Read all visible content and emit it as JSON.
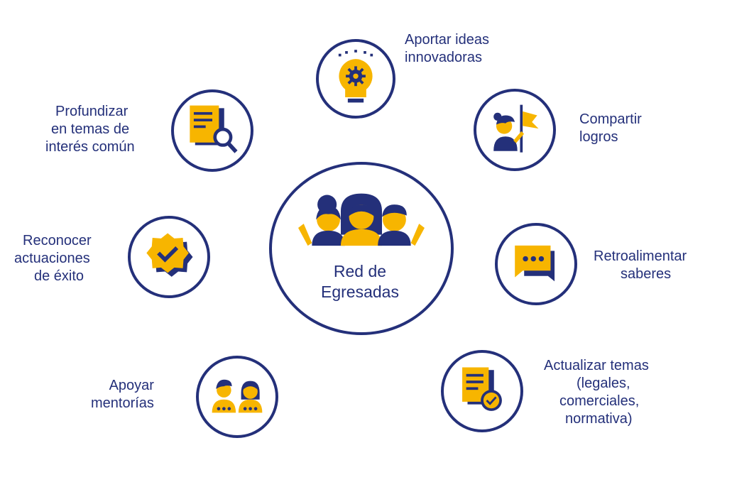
{
  "center": {
    "title_lines": [
      "Red de",
      "Egresadas"
    ]
  },
  "nodes": {
    "ideas": {
      "lines": [
        "Aportar ideas",
        "innovadoras"
      ]
    },
    "logros": {
      "lines": [
        "Compartir",
        "logros"
      ]
    },
    "retro": {
      "lines": [
        "Retroalimentar",
        "saberes"
      ]
    },
    "actualizar": {
      "lines": [
        "Actualizar temas",
        "(legales,",
        "comerciales,",
        "normativa)"
      ]
    },
    "mentorias": {
      "lines": [
        "Apoyar",
        "mentorías"
      ]
    },
    "reconocer": {
      "lines": [
        "Reconocer",
        "actuaciones",
        "de éxito"
      ]
    },
    "profundizar": {
      "lines": [
        "Profundizar",
        "en temas de",
        "interés común"
      ]
    }
  },
  "colors": {
    "navy": "#24307a",
    "yellow": "#f7b500",
    "skin": "#f7b500"
  }
}
